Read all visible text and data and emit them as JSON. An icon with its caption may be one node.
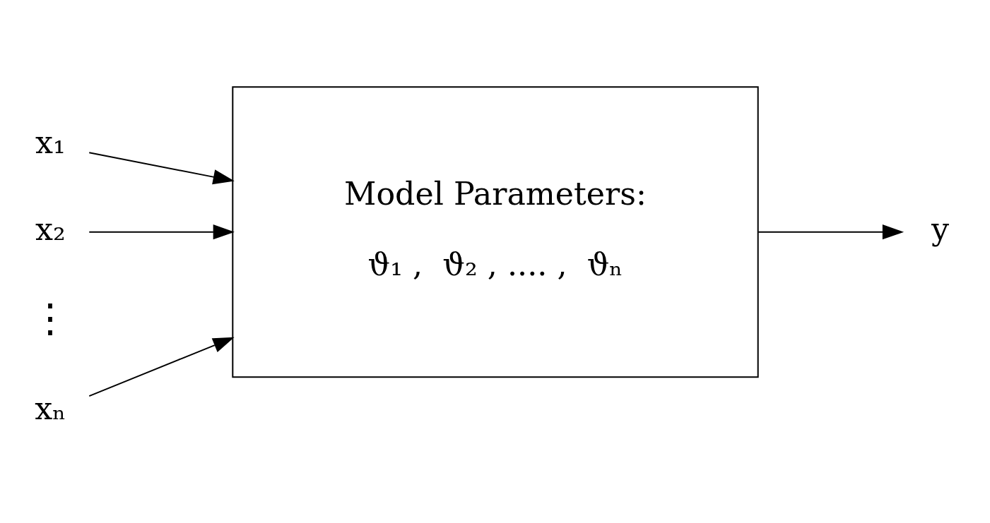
{
  "diagram": {
    "nodes": [
      {
        "text": [
          "x₁"
        ]
      },
      {
        "text": [
          "x₂"
        ]
      },
      {
        "text": [
          "xₙ"
        ]
      },
      {
        "text": [
          "Model Parameters:",
          "ϑ₁ ,  ϑ₂ , .... ,  ϑₙ"
        ]
      },
      {
        "text": [
          "y"
        ]
      }
    ],
    "edges": [
      {
        "from": 0,
        "to": 3,
        "arrow": "to"
      },
      {
        "from": 1,
        "to": 3,
        "arrow": "to"
      },
      {
        "from": 2,
        "to": 3,
        "arrow": "to"
      },
      {
        "from": 3,
        "to": 4,
        "arrow": "to"
      }
    ],
    "labels": [
      "⋮"
    ]
  }
}
